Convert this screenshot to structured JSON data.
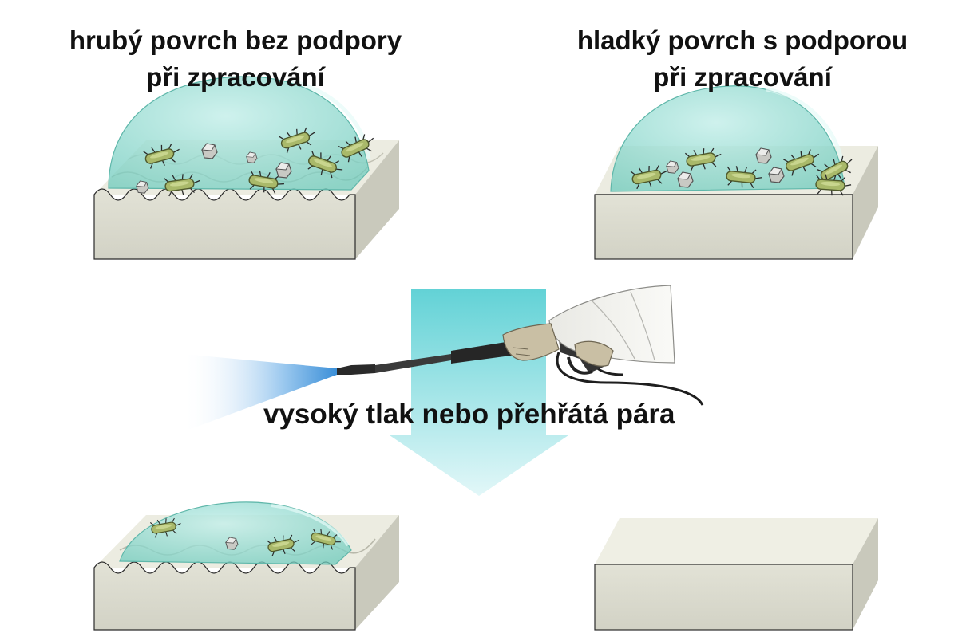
{
  "labels": {
    "rough": {
      "line1": "hrubý povrch bez podpory",
      "line2": "při zpracování"
    },
    "smooth": {
      "line1": "hladký povrch s podporou",
      "line2": "při zpracování"
    },
    "cleaning": "vysoký tlak nebo přehřátá pára"
  },
  "colors": {
    "biofilm": "#8fd9cf",
    "block_face": "#dcdcd0",
    "block_top": "#efefe4",
    "block_side": "#c9c9bc",
    "arrow": "#6fd6d8",
    "bacteria": "#a9b96a",
    "spray": "#3e8fd6"
  },
  "icons": [
    "pressure-washer-icon",
    "bacteria-icon",
    "debris-icon",
    "down-arrow-icon"
  ]
}
